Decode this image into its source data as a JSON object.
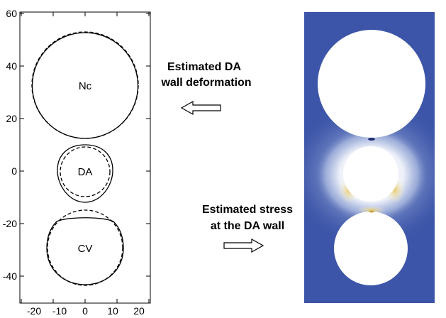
{
  "left_plot": {
    "y_ticks": [
      "60",
      "40",
      "20",
      "0",
      "-20",
      "-40"
    ],
    "x_ticks": [
      "-20",
      "-10",
      "0",
      "10",
      "20"
    ],
    "vesicle_labels": {
      "nc": "Nc",
      "da": "DA",
      "cv": "CV"
    }
  },
  "annotations": {
    "deformation_line1": "Estimated DA",
    "deformation_line2": "wall deformation",
    "stress_line1": "Estimated stress",
    "stress_line2": "at the DA wall"
  },
  "colors": {
    "stress_background": "#3d55a8",
    "stress_low": "#ffffff",
    "stress_high": "#e8c96a",
    "outline": "#000000"
  }
}
